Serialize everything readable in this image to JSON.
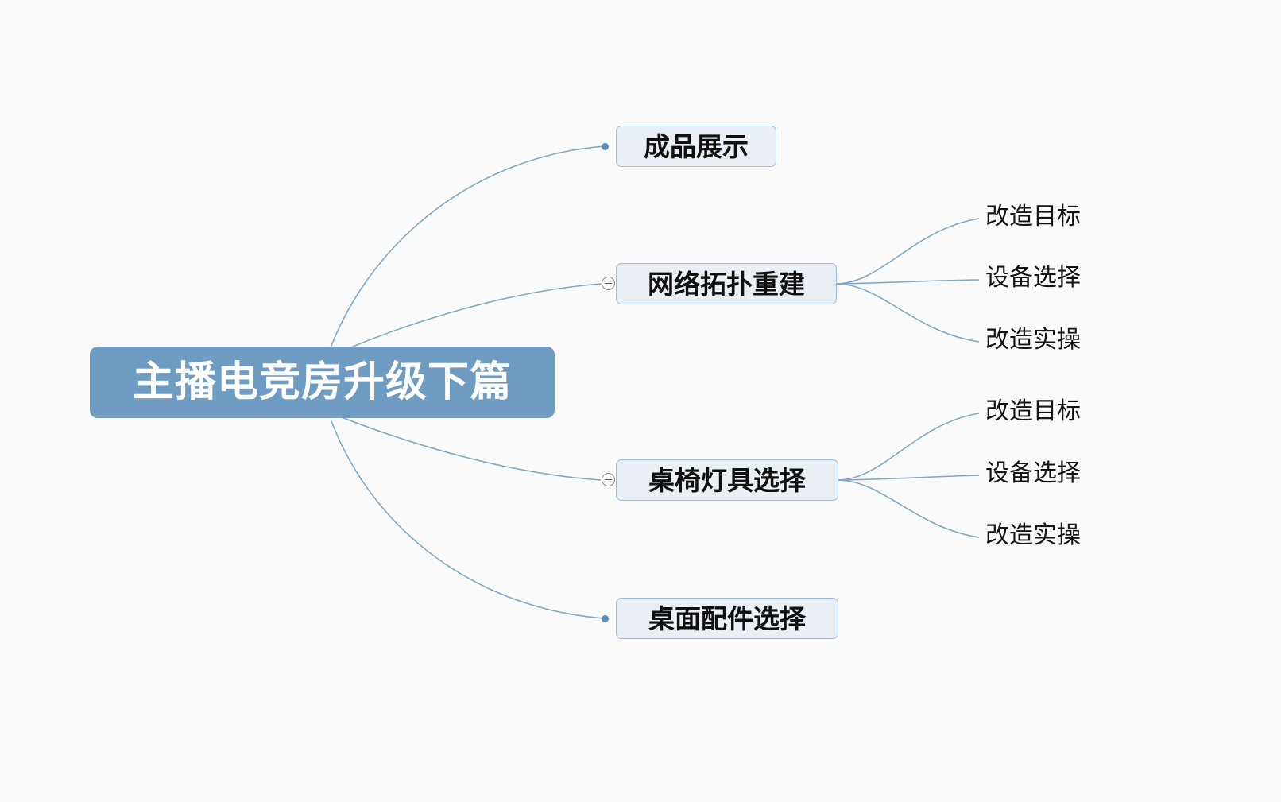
{
  "mindmap": {
    "background_color": "#fafafa",
    "root": {
      "label": "主播电竞房升级下篇",
      "fill_color": "#6f9cc2",
      "text_color": "#ffffff"
    },
    "edge_color": "#7fa9c9",
    "branch_fill_color": "#e9eff5",
    "branch_border_color": "#9dbdd8",
    "branches": [
      {
        "label": "成品展示",
        "connector": "dot-icon",
        "children": []
      },
      {
        "label": "网络拓扑重建",
        "connector": "collapse-minus-icon",
        "children": [
          {
            "label": "改造目标"
          },
          {
            "label": "设备选择"
          },
          {
            "label": "改造实操"
          }
        ]
      },
      {
        "label": "桌椅灯具选择",
        "connector": "collapse-minus-icon",
        "children": [
          {
            "label": "改造目标"
          },
          {
            "label": "设备选择"
          },
          {
            "label": "改造实操"
          }
        ]
      },
      {
        "label": "桌面配件选择",
        "connector": "dot-icon",
        "children": []
      }
    ]
  }
}
